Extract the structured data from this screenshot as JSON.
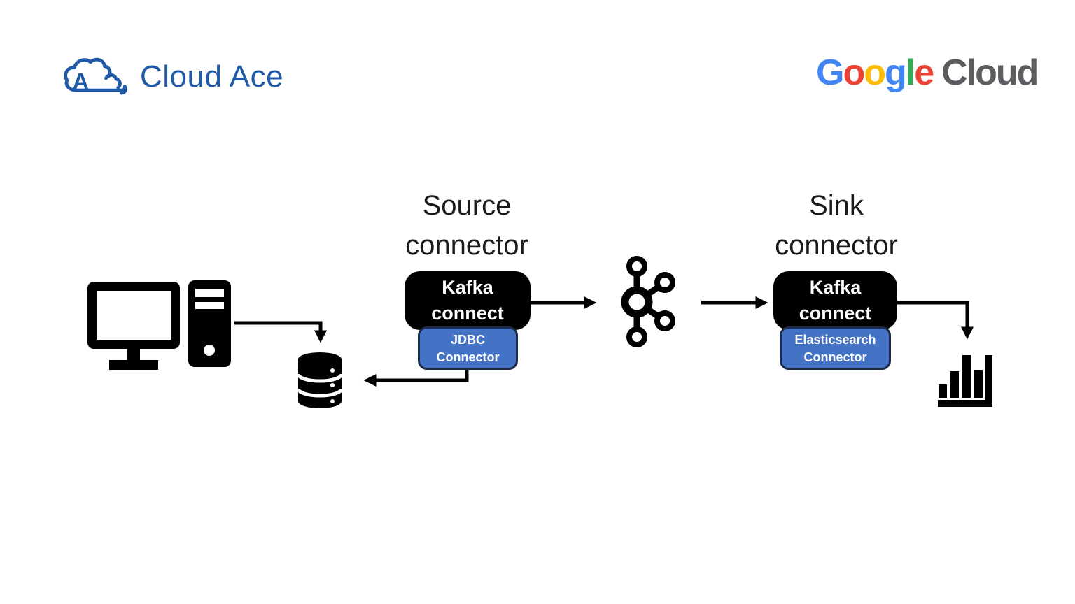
{
  "logos": {
    "cloud_ace": {
      "monogram": "A",
      "text": "Cloud Ace",
      "color": "#2059A5"
    },
    "google_cloud": {
      "letters": [
        {
          "ch": "G",
          "color": "#4285F4"
        },
        {
          "ch": "o",
          "color": "#EA4335"
        },
        {
          "ch": "o",
          "color": "#FBBC05"
        },
        {
          "ch": "g",
          "color": "#4285F4"
        },
        {
          "ch": "l",
          "color": "#34A853"
        },
        {
          "ch": "e",
          "color": "#EA4335"
        }
      ],
      "suffix": "Cloud",
      "suffix_color": "#5B5D61"
    }
  },
  "diagram": {
    "source_label": {
      "line1": "Source",
      "line2": "connector"
    },
    "sink_label": {
      "line1": "Sink",
      "line2": "connector"
    },
    "source_box": {
      "title_line1": "Kafka",
      "title_line2": "connect",
      "connector_line1": "JDBC",
      "connector_line2": "Connector"
    },
    "sink_box": {
      "title_line1": "Kafka",
      "title_line2": "connect",
      "connector_line1": "Elasticsearch",
      "connector_line2": "Connector"
    },
    "icons": {
      "workstation": "desktop-computer-icon",
      "database": "database-cylinder-icon",
      "broker": "kafka-logo-icon",
      "analytics": "bar-chart-icon"
    },
    "colors": {
      "box_black": "#000000",
      "connector_blue": "#4472C4",
      "connector_border": "#1C2B4A",
      "arrow": "#000000",
      "label_text": "#1A1A1A"
    }
  }
}
